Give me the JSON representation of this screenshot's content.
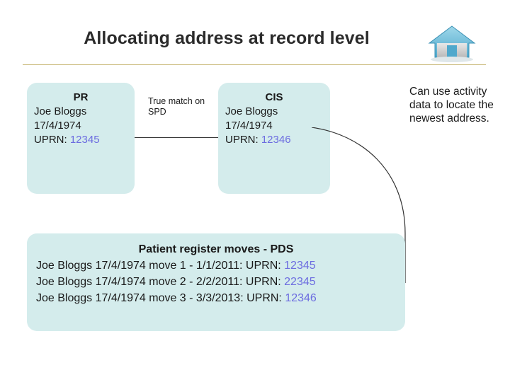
{
  "slide": {
    "title": "Allocating address at record level",
    "home_icon": "home-icon"
  },
  "pr_box": {
    "heading": "PR",
    "name": "Joe Bloggs",
    "dob": "17/4/1974",
    "uprn_label": "UPRN: ",
    "uprn_value": "12345"
  },
  "connector": {
    "label": "True match on SPD"
  },
  "cis_box": {
    "heading": "CIS",
    "name": "Joe Bloggs",
    "dob": "17/4/1974",
    "uprn_label": "UPRN: ",
    "uprn_value": "12346"
  },
  "pds_box": {
    "heading": "Patient register moves - PDS",
    "rows": [
      {
        "text": "Joe Bloggs 17/4/1974 move 1 - 1/1/2011: UPRN: ",
        "uprn": "12345"
      },
      {
        "text": "Joe Bloggs 17/4/1974 move 2 - 2/2/2011: UPRN: ",
        "uprn": "22345"
      },
      {
        "text": "Joe Bloggs 17/4/1974 move 3 - 3/3/2013: UPRN: ",
        "uprn": "12346"
      }
    ]
  },
  "note": {
    "text": "Can use activity data to locate the newest address."
  },
  "colors": {
    "box_fill": "#d4ecec",
    "uprn_text": "#6c6ce0",
    "rule": "#c8b878",
    "title_text": "#2b2b2b"
  }
}
